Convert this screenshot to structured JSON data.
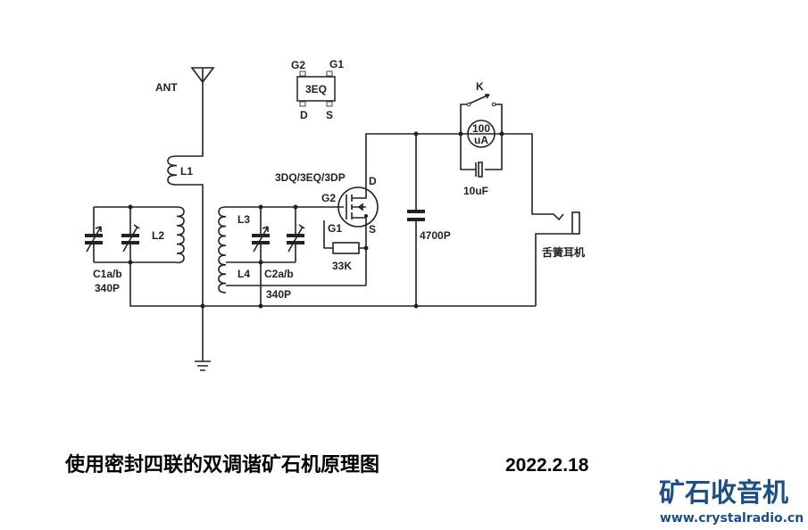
{
  "labels": {
    "ant": "ANT",
    "l1": "L1",
    "l2": "L2",
    "l3": "L3",
    "l4": "L4",
    "c1": "C1a/b",
    "c1_value": "340P",
    "c2": "C2a/b",
    "c2_value": "340P",
    "fet_model": "3DQ/3EQ/3DP",
    "d": "D",
    "s": "S",
    "g1": "G1",
    "g2": "G2",
    "resistor": "33K",
    "cap_4700": "4700P",
    "switch_k": "K",
    "meter_top": "100",
    "meter_bottom": "uA",
    "cap_10u": "10uF",
    "earphone": "舌簧耳机",
    "pkg_name": "3EQ",
    "pkg_g2": "G2",
    "pkg_g1": "G1",
    "pkg_d": "D",
    "pkg_s": "S"
  },
  "title": "使用密封四联的双调谐矿石机原理图",
  "date": "2022.2.18",
  "logo": {
    "name": "矿石收音机",
    "url": "www.crystalradio.cn",
    "color": "#1d4f86"
  }
}
